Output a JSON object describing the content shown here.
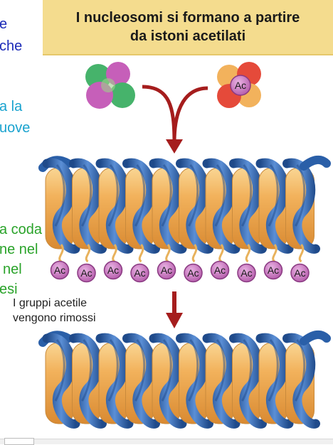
{
  "title": {
    "line1": "I nucleosomi si formano a partire",
    "line2": "da istoni acetilati"
  },
  "caption": {
    "line1": "I gruppi acetile",
    "line2": "vengono rimossi"
  },
  "acetyl_label": "Ac",
  "left_fragments": [
    {
      "text": "e",
      "color": "#1c2bb8"
    },
    {
      "text": "che",
      "color": "#1c2bb8"
    },
    {
      "text": "a la",
      "color": "#1aa3cf"
    },
    {
      "text": "uove",
      "color": "#1aa3cf"
    },
    {
      "text": "a coda",
      "color": "#2aa32a"
    },
    {
      "text": "ne nel",
      "color": "#2aa32a"
    },
    {
      "text": "nel",
      "color": "#2aa32a"
    },
    {
      "text": "esi",
      "color": "#2aa32a"
    }
  ],
  "colors": {
    "banner": "#f4dc8e",
    "arrow": "#a51d1d",
    "helix_blue": "#2a5fa8",
    "histone_orange": "#f2b25c",
    "acetyl_purple": "#c86fc0"
  },
  "icons": {
    "plain_histone_octamer": "histone-octamer-icon",
    "acetylated_histone_octamer": "acetylated-histone-octamer-icon"
  }
}
